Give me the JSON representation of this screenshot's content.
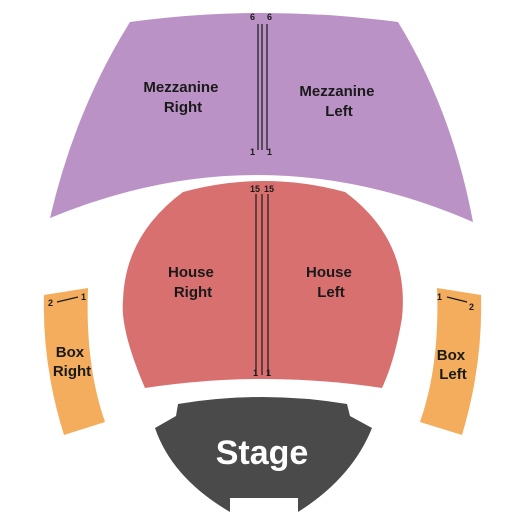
{
  "colors": {
    "mezzanine": "#bb92c6",
    "house": "#d87070",
    "box": "#f3ad5c",
    "stage": "#4a4a4a",
    "aisle_line": "#1a1a1a",
    "background": "#ffffff"
  },
  "stage": {
    "label": "Stage"
  },
  "sections": {
    "mezzanine_right": {
      "line1": "Mezzanine",
      "line2": "Right",
      "row_top": "6",
      "row_bottom": "1"
    },
    "mezzanine_left": {
      "line1": "Mezzanine",
      "line2": "Left",
      "row_top": "6",
      "row_bottom": "1"
    },
    "house_right": {
      "line1": "House",
      "line2": "Right",
      "row_top": "15",
      "row_bottom": "1"
    },
    "house_left": {
      "line1": "House",
      "line2": "Left",
      "row_top": "15",
      "row_bottom": "1"
    },
    "box_right": {
      "line1": "Box",
      "line2": "Right",
      "seat_a": "2",
      "seat_b": "1"
    },
    "box_left": {
      "line1": "Box",
      "line2": "Left",
      "seat_a": "1",
      "seat_b": "2"
    }
  }
}
